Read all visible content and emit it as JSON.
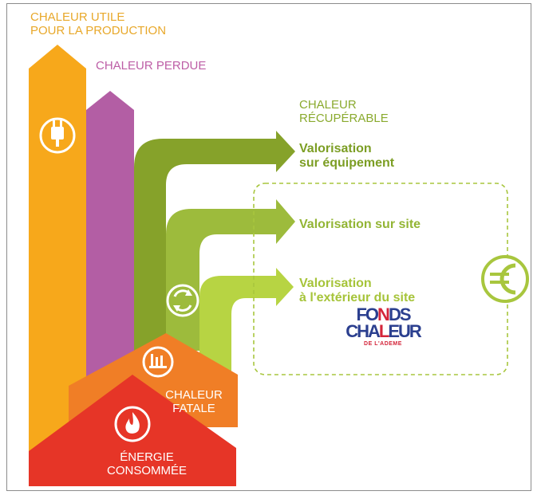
{
  "labels": {
    "chaleur_utile": [
      "CHALEUR UTILE",
      "POUR LA PRODUCTION"
    ],
    "chaleur_perdue": "CHALEUR PERDUE",
    "chaleur_recuperable": [
      "CHALEUR",
      "RÉCUPÉRABLE"
    ],
    "valorisation_equipement": [
      "Valorisation",
      "sur équipement"
    ],
    "valorisation_site": "Valorisation sur site",
    "valorisation_exterieur": [
      "Valorisation",
      "à l'extérieur du site"
    ],
    "chaleur_fatale": [
      "CHALEUR",
      "FATALE"
    ],
    "energie_consommee": [
      "ÉNERGIE",
      "CONSOMMÉE"
    ]
  },
  "logo": {
    "line1": [
      "FO",
      "N",
      "DS"
    ],
    "line2": [
      "CHA",
      "L",
      "EUR"
    ],
    "line3": "DE L'ADEME"
  },
  "icons": {
    "plug": "plug-icon",
    "recycle": "recycle-icon",
    "factory": "factory-icon",
    "flame": "flame-icon",
    "euro": "euro-icon"
  },
  "colors": {
    "orange_yellow": "#f7a81b",
    "purple": "#b35ea4",
    "green_dark": "#86a22a",
    "green_mid": "#9dbb3c",
    "green_light": "#b7d443",
    "orange": "#f07e26",
    "red": "#e63527"
  }
}
